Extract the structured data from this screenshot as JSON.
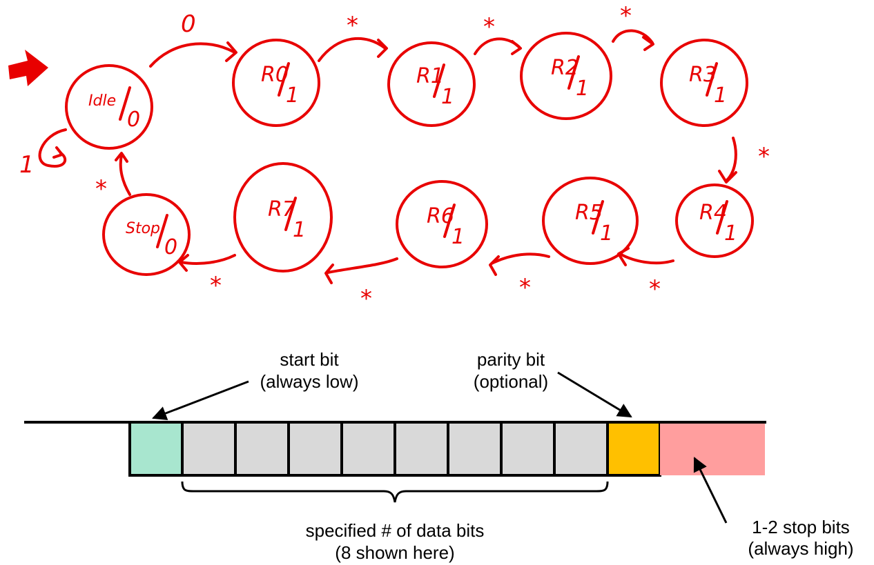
{
  "fsm": {
    "color": "#e80000",
    "states": [
      {
        "id": "idle",
        "name": "Idle",
        "output": "0"
      },
      {
        "id": "r0",
        "name": "R0",
        "output": "1"
      },
      {
        "id": "r1",
        "name": "R1",
        "output": "1"
      },
      {
        "id": "r2",
        "name": "R2",
        "output": "1"
      },
      {
        "id": "r3",
        "name": "R3",
        "output": "1"
      },
      {
        "id": "r4",
        "name": "R4",
        "output": "1"
      },
      {
        "id": "r5",
        "name": "R5",
        "output": "1"
      },
      {
        "id": "r6",
        "name": "R6",
        "output": "1"
      },
      {
        "id": "r7",
        "name": "R7",
        "output": "1"
      },
      {
        "id": "stop",
        "name": "Stop",
        "output": "0"
      }
    ],
    "transitions": [
      {
        "from": "idle",
        "to": "idle",
        "label": "1"
      },
      {
        "from": "idle",
        "to": "r0",
        "label": "0"
      },
      {
        "from": "r0",
        "to": "r1",
        "label": "*"
      },
      {
        "from": "r1",
        "to": "r2",
        "label": "*"
      },
      {
        "from": "r2",
        "to": "r3",
        "label": "*"
      },
      {
        "from": "r3",
        "to": "r4",
        "label": "*"
      },
      {
        "from": "r4",
        "to": "r5",
        "label": "*"
      },
      {
        "from": "r5",
        "to": "r6",
        "label": "*"
      },
      {
        "from": "r6",
        "to": "r7",
        "label": "*"
      },
      {
        "from": "r7",
        "to": "stop",
        "label": "*"
      },
      {
        "from": "stop",
        "to": "idle",
        "label": "*"
      }
    ]
  },
  "frame": {
    "start_bit_color": "#a8e6cf",
    "data_bit_color": "#d9d9d9",
    "parity_bit_color": "#ffc000",
    "stop_bit_color": "#ff9e9e",
    "data_bit_count": 8,
    "labels": {
      "start_line1": "start bit",
      "start_line2": "(always low)",
      "parity_line1": "parity bit",
      "parity_line2": "(optional)",
      "stop_line1": "1-2 stop bits",
      "stop_line2": "(always high)",
      "data_line1": "specified # of data bits",
      "data_line2": "(8 shown here)"
    }
  }
}
